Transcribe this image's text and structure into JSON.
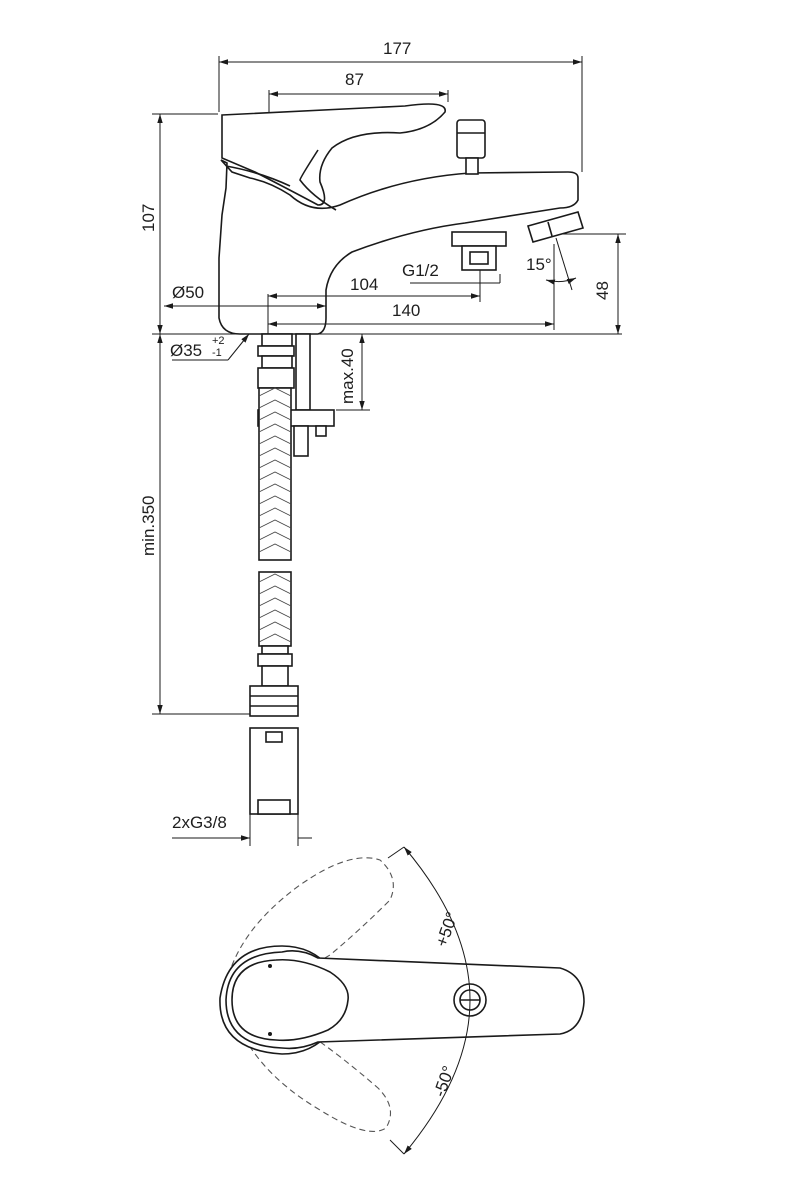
{
  "dimensions": {
    "overall_length": "177",
    "handle_length": "87",
    "height": "107",
    "base_diameter": "Ø50",
    "hole_diameter": "Ø35",
    "hole_tol_upper": "+2",
    "hole_tol_lower": "-1",
    "spout_reach_to_outlet": "104",
    "spout_reach": "140",
    "outlet_thread": "G1/2",
    "outlet_angle": "15°",
    "outlet_height": "48",
    "max_deck_thickness": "max.40",
    "min_hose_length": "min.350",
    "connection_thread": "2xG3/8"
  },
  "rotation": {
    "plus_angle": "+50°",
    "minus_angle": "-50°"
  }
}
